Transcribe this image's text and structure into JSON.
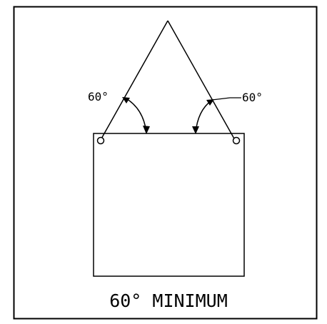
{
  "diagram": {
    "left_angle_label": "60°",
    "right_angle_label": "60°",
    "caption": "60° MINIMUM",
    "colors": {
      "line": "#000000",
      "background": "#ffffff"
    }
  }
}
